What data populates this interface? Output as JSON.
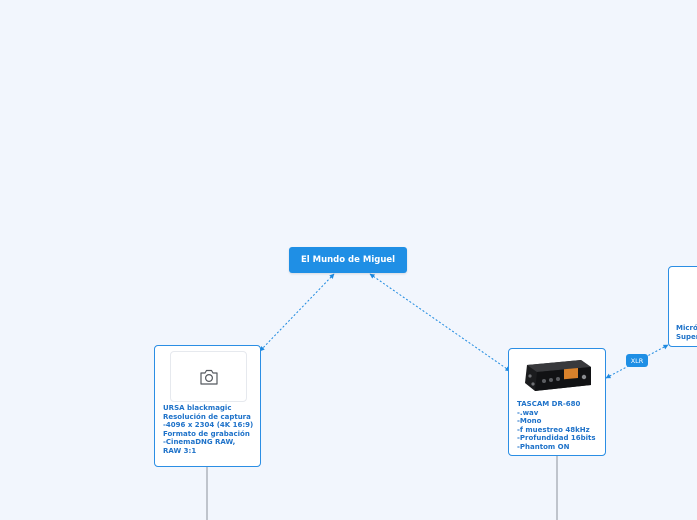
{
  "map": {
    "root": {
      "label": "El Mundo de Miguel"
    },
    "nodes": {
      "ursa": {
        "icon": "camera-icon",
        "text": "URSA   blackmagic\nResolución de captura\n-4096 x 2304 (4K 16:9)\nFormato de grabación\n-CinemaDNG RAW, RAW 3:1"
      },
      "tascam": {
        "image": "audio-recorder-image",
        "text": "TASCAM DR-680\n-.wav\n-Mono\n-f muestreo 48kHz\n-Profundidad 16bits\n-Phantom ON"
      },
      "microphone": {
        "text": "Micrófono\nSuper"
      }
    },
    "connections": {
      "xlr_label": "XLR"
    }
  },
  "colors": {
    "background": "#f2f6fd",
    "accent": "#1f8fe5",
    "topic_border": "#2b8ee4",
    "topic_text": "#1e72c9",
    "connector": "#1e8ae0",
    "trunk": "#aeb4bc"
  }
}
